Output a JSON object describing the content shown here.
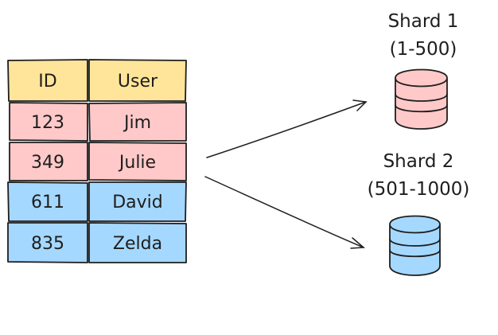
{
  "table": {
    "header": {
      "id": "ID",
      "user": "User",
      "fill": "#ffe599"
    },
    "rows": [
      {
        "id": "123",
        "user": "Jim",
        "shard": 0
      },
      {
        "id": "349",
        "user": "Julie",
        "shard": 0
      },
      {
        "id": "611",
        "user": "David",
        "shard": 1
      },
      {
        "id": "835",
        "user": "Zelda",
        "shard": 1
      }
    ]
  },
  "shards": [
    {
      "name": "Shard 1",
      "range": "(1-500)",
      "color": "#ffc9c9",
      "accent": "#e03131"
    },
    {
      "name": "Shard 2",
      "range": "(501-1000)",
      "color": "#a5d8ff",
      "accent": "#1971c2"
    }
  ],
  "colors": {
    "stroke": "#1e1e1e",
    "background": "#ffffff"
  }
}
